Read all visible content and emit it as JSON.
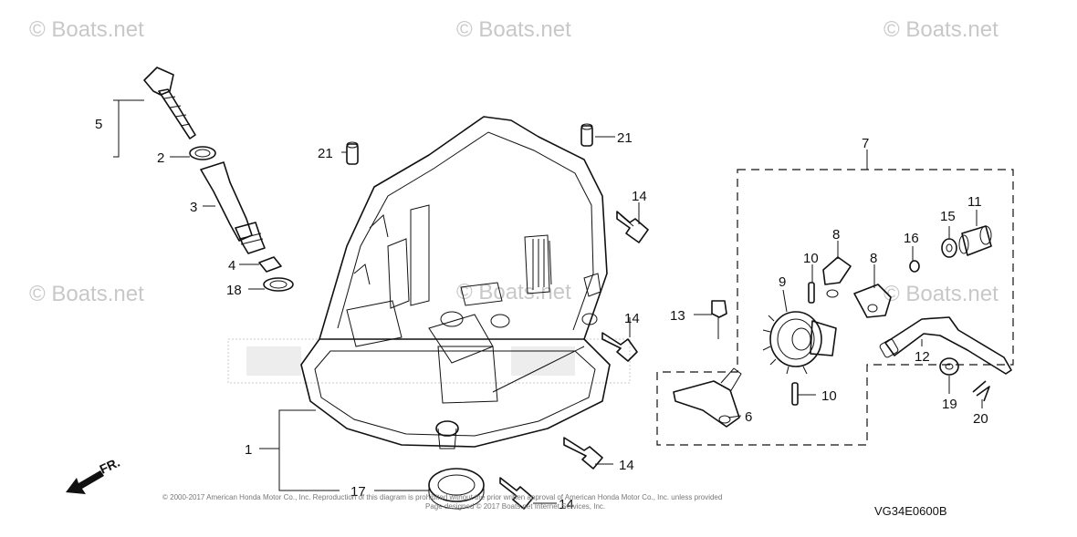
{
  "watermarks": {
    "top_left": "© Boats.net",
    "top_mid": "© Boats.net",
    "top_right": "© Boats.net",
    "mid_left": "© Boats.net",
    "mid_center": "© Boats.net",
    "mid_right": "© Boats.net"
  },
  "callouts": {
    "p1": "1",
    "p2": "2",
    "p3": "3",
    "p4": "4",
    "p5": "5",
    "p6": "6",
    "p7": "7",
    "p8a": "8",
    "p8b": "8",
    "p9": "9",
    "p10a": "10",
    "p10b": "10",
    "p11": "11",
    "p12": "12",
    "p13": "13",
    "p14a": "14",
    "p14b": "14",
    "p14c": "14",
    "p14d": "14",
    "p15": "15",
    "p16": "16",
    "p17": "17",
    "p18": "18",
    "p19": "19",
    "p20": "20",
    "p21a": "21",
    "p21b": "21"
  },
  "front_indicator": "FR.",
  "diagram_code": "VG34E0600B",
  "copyright": {
    "line1": "© 2000-2017 American Honda Motor Co., Inc. Reproduction of this diagram is prohibited without the prior written approval of American Honda Motor Co., Inc. unless provided",
    "line2": "Page designed © 2017 Boats.net Internet Services, Inc."
  }
}
